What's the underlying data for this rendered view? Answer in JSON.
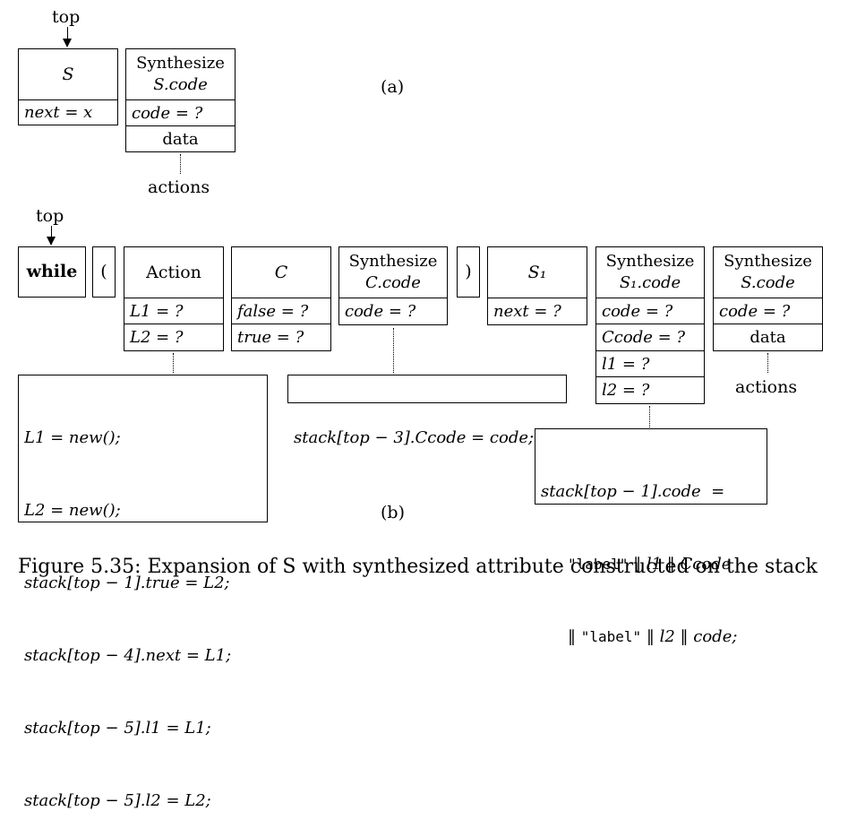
{
  "part_a": {
    "top_label": "top",
    "S_box": {
      "head": "S",
      "row1": "next = x"
    },
    "synth_box": {
      "line1": "Synthesize",
      "line2": "S.code",
      "row1": "code = ?",
      "row2": "data"
    },
    "actions_label": "actions",
    "panel_label": "(a)"
  },
  "part_b": {
    "top_label": "top",
    "while_box": "while",
    "lparen_box": "(",
    "action_box": {
      "head": "Action",
      "row1": "L1 = ?",
      "row2": "L2 = ?"
    },
    "c_box": {
      "head": "C",
      "row1": "false = ?",
      "row2": "true = ?"
    },
    "synth_c_box": {
      "line1": "Synthesize",
      "line2": "C.code",
      "row1": "code = ?"
    },
    "rparen_box": ")",
    "s1_box": {
      "head": "S₁",
      "row1": "next = ?"
    },
    "synth_s1_box": {
      "line1": "Synthesize",
      "line2": "S₁.code",
      "row1": "code = ?",
      "row2": "Ccode = ?",
      "row3": "l1 = ?",
      "row4": "l2 = ?"
    },
    "synth_s_box": {
      "line1": "Synthesize",
      "line2": "S.code",
      "row1": "code = ?",
      "row2": "data"
    },
    "actions_label": "actions",
    "action_code": [
      "L1 = new();",
      "L2 = new();",
      "stack[top − 1].true = L2;",
      "stack[top − 4].next = L1;",
      "stack[top − 5].l1 = L1;",
      "stack[top − 5].l2 = L2;"
    ],
    "c_code": "stack[top − 3].Ccode = code;",
    "s1_code": {
      "line1": "stack[top − 1].code  =",
      "line2_str": "\"label\"",
      "line2_rest": " ‖ l1 ‖ Ccode",
      "line3_pre": "‖ ",
      "line3_str": "\"label\"",
      "line3_rest": " ‖ l2 ‖ code;"
    },
    "panel_label": "(b)"
  },
  "caption": "Figure 5.35: Expansion of S with synthesized attribute constructed on the stack"
}
